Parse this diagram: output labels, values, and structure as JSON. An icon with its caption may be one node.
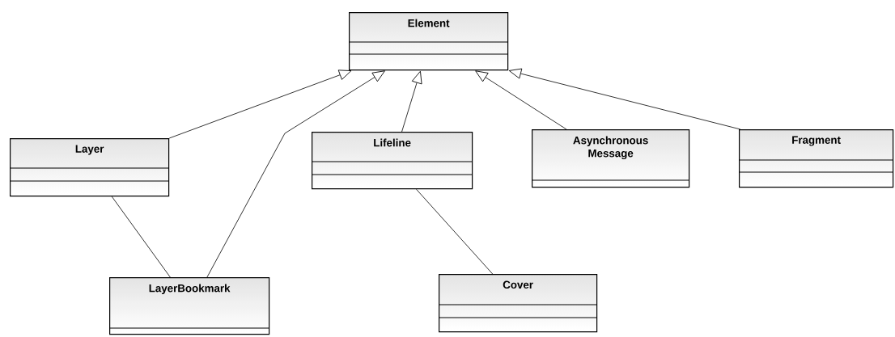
{
  "diagram": {
    "nodes": [
      {
        "text": [
          "Element"
        ]
      },
      {
        "text": [
          "Layer"
        ]
      },
      {
        "text": [
          "Lifeline"
        ]
      },
      {
        "text": [
          "Asynchronous Message"
        ]
      },
      {
        "text": [
          "Fragment"
        ]
      },
      {
        "text": [
          "LayerBookmark"
        ]
      },
      {
        "text": [
          "Cover"
        ]
      }
    ],
    "edges": [
      {
        "from": 1,
        "to": 0,
        "arrow": "to"
      },
      {
        "from": 5,
        "to": 0,
        "arrow": "to"
      },
      {
        "from": 2,
        "to": 0,
        "arrow": "to"
      },
      {
        "from": 3,
        "to": 0,
        "arrow": "to"
      },
      {
        "from": 4,
        "to": 0,
        "arrow": "to"
      },
      {
        "from": 1,
        "to": 5,
        "arrow": "none"
      },
      {
        "from": 2,
        "to": 6,
        "arrow": "none"
      }
    ]
  }
}
